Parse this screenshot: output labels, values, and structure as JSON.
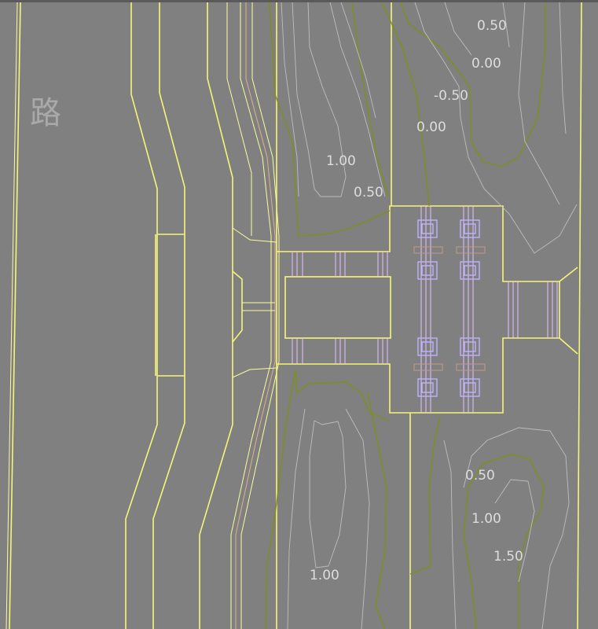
{
  "colors": {
    "background": "#808080",
    "top_bar": "#5a5a5a",
    "road_edge": "#f5f578",
    "contour_major": "#7f8f1c",
    "contour_minor": "#bdbdbd",
    "structure": "#e3c2ff",
    "piles": "#bcb4ff",
    "label": "#dddddd",
    "road_label": "#a9a9a9"
  },
  "road_label": "路",
  "contour_labels": [
    {
      "id": "top-050",
      "text": "0.50"
    },
    {
      "id": "top-000a",
      "text": "0.00"
    },
    {
      "id": "top-m050",
      "text": "-0.50"
    },
    {
      "id": "top-000b",
      "text": "0.00"
    },
    {
      "id": "top-100",
      "text": "1.00"
    },
    {
      "id": "mid-050",
      "text": "0.50"
    },
    {
      "id": "bot-050",
      "text": "0.50"
    },
    {
      "id": "bot-100a",
      "text": "1.00"
    },
    {
      "id": "bot-150",
      "text": "1.50"
    },
    {
      "id": "bot-100b",
      "text": "1.00"
    }
  ]
}
